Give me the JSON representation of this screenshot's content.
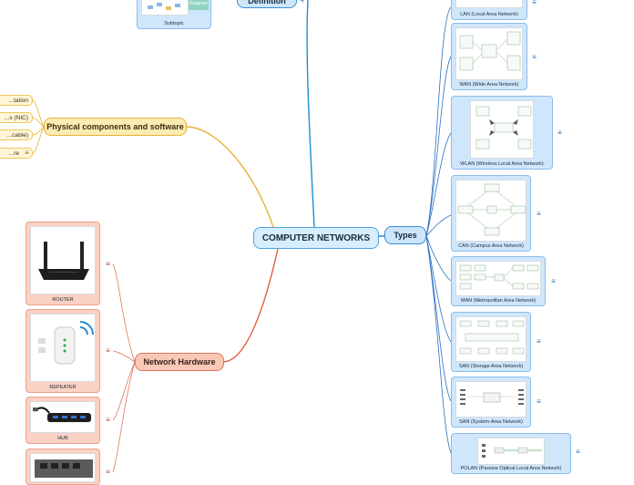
{
  "central": {
    "label": "COMPUTER NETWORKS"
  },
  "definition": {
    "label": "Definition",
    "subtopic_label": "Subtopic",
    "diagram_label": "Diagram"
  },
  "physical": {
    "label": "Physical components and software",
    "items": [
      "...tation",
      "...s (NIC)",
      "...cable)",
      "...re"
    ]
  },
  "hardware": {
    "label": "Network Hardware",
    "items": [
      "ROUTER",
      "REPEATER",
      "HUB",
      ""
    ]
  },
  "types": {
    "label": "Types",
    "items": [
      "LAN (Local Area Network)",
      "WAN (Wide Area Network)",
      "WLAN (Wireless Local Area Network)",
      "CAN (Campus Area Network)",
      "MAN (Metropolitan Area Network)",
      "SAN (Storage Area Network)",
      "SAN (System-Area Network)",
      "POLAN (Passive Optical Local Area Network)"
    ]
  },
  "icons": {
    "note": "note-icon",
    "q": "Q"
  },
  "colors": {
    "blue": "#3b8fd6",
    "yellow": "#e6b23a",
    "red": "#e2755a"
  }
}
